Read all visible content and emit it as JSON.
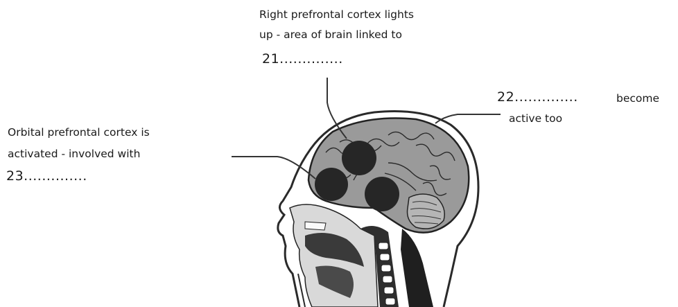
{
  "labels": {
    "right_prefrontal": {
      "line1": "Right prefrontal cortex lights",
      "line2": "up - area of brain linked to",
      "blank": "21.............."
    },
    "top_right": {
      "blank": "22..............",
      "word": "become",
      "line2": "active too"
    },
    "orbital_prefrontal": {
      "line1": "Orbital prefrontal cortex is",
      "line2": "activated - involved with",
      "blank": "23.............."
    }
  },
  "colors": {
    "ink": "#1a1a1a",
    "region": "#2b2b2b",
    "brain_shade": "#8f8f8f",
    "dark_tissue": "#3a3a3a"
  }
}
